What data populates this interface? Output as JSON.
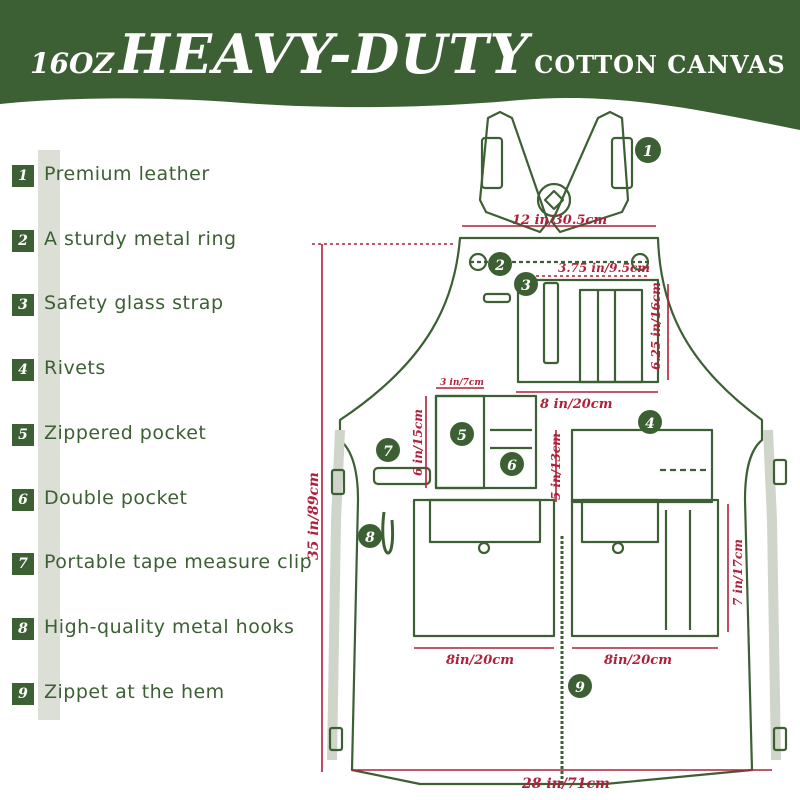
{
  "header": {
    "weight": "16OZ",
    "title": "HEAVY-DUTY",
    "material": "COTTON CANVAS",
    "bg_color": "#3d5f34"
  },
  "features": [
    {
      "num": "1",
      "label": "Premium leather"
    },
    {
      "num": "2",
      "label": "A sturdy metal ring"
    },
    {
      "num": "3",
      "label": "Safety glass strap"
    },
    {
      "num": "4",
      "label": "Rivets"
    },
    {
      "num": "5",
      "label": "Zippered pocket"
    },
    {
      "num": "6",
      "label": "Double pocket"
    },
    {
      "num": "7",
      "label": "Portable tape measure clip"
    },
    {
      "num": "8",
      "label": "High-quality metal hooks"
    },
    {
      "num": "9",
      "label": "Zippet at the hem"
    }
  ],
  "measurements": {
    "top_width": "12 in/30.5cm",
    "chest_pocket_width": "3.75 in/9.5cm",
    "chest_pocket_height": "6.25 in/16cm",
    "bib_pocket_width": "8 in/20cm",
    "pen_pocket_width": "3 in/7cm",
    "pen_pocket_height": "6 in/15cm",
    "mid_pocket_height": "5 in/13cm",
    "total_length": "35 in/89cm",
    "side_pocket_height": "7 in/17cm",
    "left_pocket_width": "8in/20cm",
    "right_pocket_width": "8in/20cm",
    "hem_width": "28 in/71cm"
  },
  "colors": {
    "green": "#3d5f34",
    "dimension": "#b0203a",
    "outline": "#3d5f34"
  }
}
